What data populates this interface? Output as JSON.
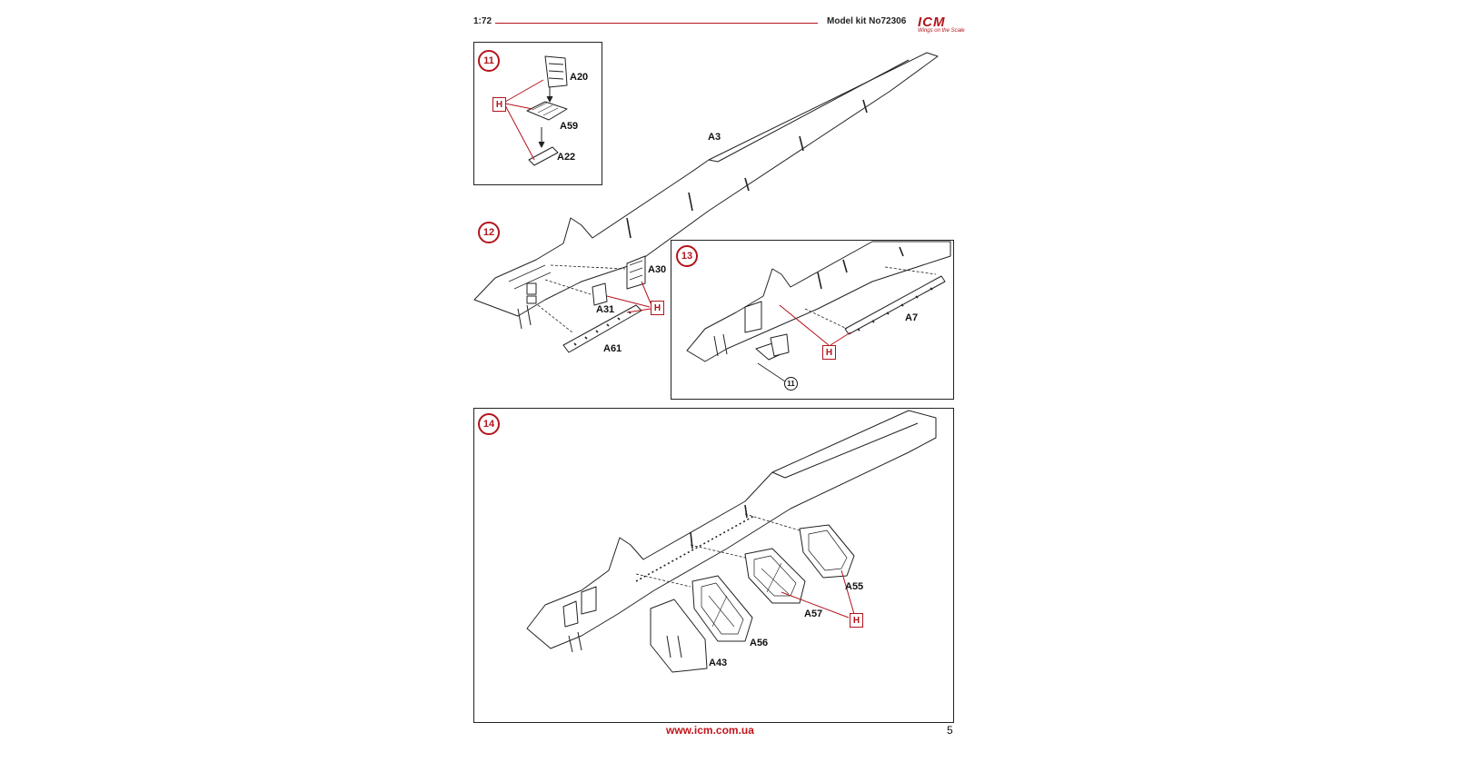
{
  "header": {
    "scale": "1:72",
    "model_kit": "Model kit No72306",
    "logo_text": "ICM",
    "logo_tagline": "Wings on the Scale",
    "accent": "#b3141b"
  },
  "steps": [
    {
      "number": "11",
      "parts": [
        "A20",
        "A59",
        "A22"
      ],
      "glue": "H"
    },
    {
      "number": "12",
      "parts": [
        "A3",
        "A30",
        "A31",
        "A61"
      ],
      "glue": "H"
    },
    {
      "number": "13",
      "parts": [
        "A7"
      ],
      "glue": "H",
      "reference": "11"
    },
    {
      "number": "14",
      "parts": [
        "A55",
        "A57",
        "A56",
        "A43"
      ],
      "glue": "H"
    }
  ],
  "footer": {
    "url": "www.icm.com.ua",
    "page": "5"
  }
}
